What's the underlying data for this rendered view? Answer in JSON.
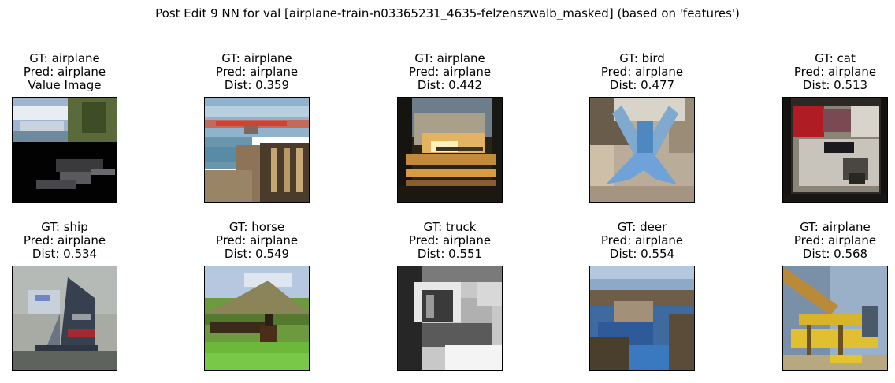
{
  "figure": {
    "title": "Post Edit 9 NN for val [airplane-train-n03365231_4635-felzenszwalb_masked] (based on 'features')"
  },
  "panels": [
    {
      "gt": "GT: airplane",
      "pred": "Pred: airplane",
      "line3": "Value Image",
      "icon": "masked-airplane-sky-trees-image"
    },
    {
      "gt": "GT: airplane",
      "pred": "Pred: airplane",
      "line3": "Dist: 0.359",
      "icon": "red-seaplane-over-water-image"
    },
    {
      "gt": "GT: airplane",
      "pred": "Pred: airplane",
      "line3": "Dist: 0.442",
      "icon": "sunset-airplane-silhouette-image"
    },
    {
      "gt": "GT: bird",
      "pred": "Pred: airplane",
      "line3": "Dist: 0.477",
      "icon": "blue-bird-wings-image"
    },
    {
      "gt": "GT: cat",
      "pred": "Pred: airplane",
      "line3": "Dist: 0.513",
      "icon": "cat-indoor-vignette-image"
    },
    {
      "gt": "GT: ship",
      "pred": "Pred: airplane",
      "line3": "Dist: 0.534",
      "icon": "sailing-ship-image"
    },
    {
      "gt": "GT: horse",
      "pred": "Pred: airplane",
      "line3": "Dist: 0.549",
      "icon": "horse-rider-field-image"
    },
    {
      "gt": "GT: truck",
      "pred": "Pred: airplane",
      "line3": "Dist: 0.551",
      "icon": "grayscale-truck-image"
    },
    {
      "gt": "GT: deer",
      "pred": "Pred: airplane",
      "line3": "Dist: 0.554",
      "icon": "blue-water-landscape-image"
    },
    {
      "gt": "GT: airplane",
      "pred": "Pred: airplane",
      "line3": "Dist: 0.568",
      "icon": "yellow-biplane-image"
    }
  ]
}
